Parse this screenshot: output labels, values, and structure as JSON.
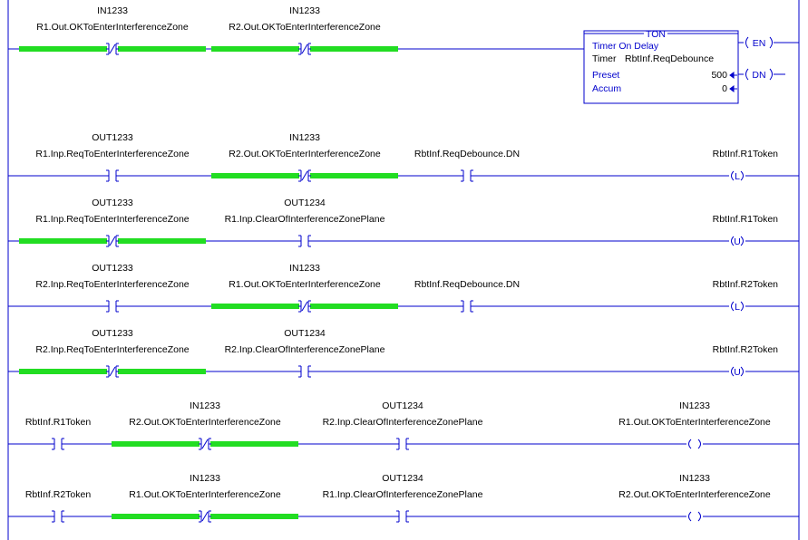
{
  "colors": {
    "rail": "#0000cc",
    "wire": "#0000cc",
    "energized": "#22dd22",
    "text": "#000000",
    "accent": "#0000cc"
  },
  "ton": {
    "title": "TON",
    "name": "Timer On Delay",
    "timer_label": "Timer",
    "timer_tag": "RbtInf.ReqDebounce",
    "preset_label": "Preset",
    "preset_value": "500",
    "accum_label": "Accum",
    "accum_value": "0",
    "en_label": "EN",
    "dn_label": "DN"
  },
  "rungs": [
    {
      "contacts": [
        {
          "type": "XIO",
          "energized": true,
          "alias": "IN1233",
          "tag": "R1.Out.OKToEnterInterferenceZone"
        },
        {
          "type": "XIO",
          "energized": true,
          "alias": "IN1233",
          "tag": "R2.Out.OKToEnterInterferenceZone"
        }
      ],
      "output": {
        "type": "TON"
      }
    },
    {
      "contacts": [
        {
          "type": "XIC",
          "energized": false,
          "alias": "OUT1233",
          "tag": "R1.Inp.ReqToEnterInterferenceZone"
        },
        {
          "type": "XIO",
          "energized": true,
          "alias": "IN1233",
          "tag": "R2.Out.OKToEnterInterferenceZone"
        },
        {
          "type": "XIC",
          "energized": false,
          "alias": "",
          "tag": "RbtInf.ReqDebounce.DN"
        }
      ],
      "output": {
        "type": "OTL",
        "symbol": "L",
        "alias": "",
        "tag": "RbtInf.R1Token"
      }
    },
    {
      "contacts": [
        {
          "type": "XIO",
          "energized": true,
          "alias": "OUT1233",
          "tag": "R1.Inp.ReqToEnterInterferenceZone"
        },
        {
          "type": "XIC",
          "energized": false,
          "alias": "OUT1234",
          "tag": "R1.Inp.ClearOfInterferenceZonePlane"
        }
      ],
      "output": {
        "type": "OTU",
        "symbol": "U",
        "alias": "",
        "tag": "RbtInf.R1Token"
      }
    },
    {
      "contacts": [
        {
          "type": "XIC",
          "energized": false,
          "alias": "OUT1233",
          "tag": "R2.Inp.ReqToEnterInterferenceZone"
        },
        {
          "type": "XIO",
          "energized": true,
          "alias": "IN1233",
          "tag": "R1.Out.OKToEnterInterferenceZone"
        },
        {
          "type": "XIC",
          "energized": false,
          "alias": "",
          "tag": "RbtInf.ReqDebounce.DN"
        }
      ],
      "output": {
        "type": "OTL",
        "symbol": "L",
        "alias": "",
        "tag": "RbtInf.R2Token"
      }
    },
    {
      "contacts": [
        {
          "type": "XIO",
          "energized": true,
          "alias": "OUT1233",
          "tag": "R2.Inp.ReqToEnterInterferenceZone"
        },
        {
          "type": "XIC",
          "energized": false,
          "alias": "OUT1234",
          "tag": "R2.Inp.ClearOfInterferenceZonePlane"
        }
      ],
      "output": {
        "type": "OTU",
        "symbol": "U",
        "alias": "",
        "tag": "RbtInf.R2Token"
      }
    },
    {
      "contacts": [
        {
          "type": "XIC",
          "energized": false,
          "alias": "",
          "tag": "RbtInf.R1Token"
        },
        {
          "type": "XIO",
          "energized": true,
          "alias": "IN1233",
          "tag": "R2.Out.OKToEnterInterferenceZone"
        },
        {
          "type": "XIC",
          "energized": false,
          "alias": "OUT1234",
          "tag": "R2.Inp.ClearOfInterferenceZonePlane"
        }
      ],
      "output": {
        "type": "OTE",
        "symbol": "",
        "alias": "IN1233",
        "tag": "R1.Out.OKToEnterInterferenceZone"
      }
    },
    {
      "contacts": [
        {
          "type": "XIC",
          "energized": false,
          "alias": "",
          "tag": "RbtInf.R2Token"
        },
        {
          "type": "XIO",
          "energized": true,
          "alias": "IN1233",
          "tag": "R1.Out.OKToEnterInterferenceZone"
        },
        {
          "type": "XIC",
          "energized": false,
          "alias": "OUT1234",
          "tag": "R1.Inp.ClearOfInterferenceZonePlane"
        }
      ],
      "output": {
        "type": "OTE",
        "symbol": "",
        "alias": "IN1233",
        "tag": "R2.Out.OKToEnterInterferenceZone"
      }
    }
  ]
}
